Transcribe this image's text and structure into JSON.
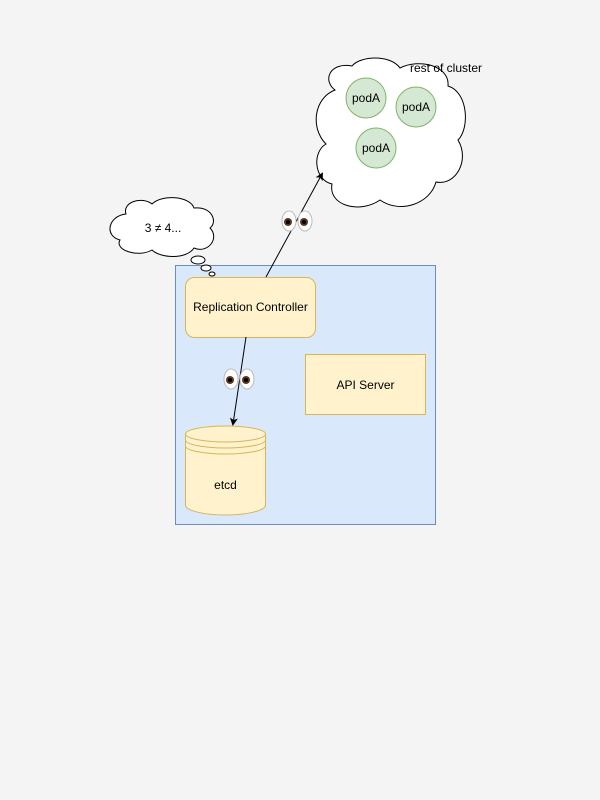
{
  "diagram": {
    "thought": {
      "text": "3 ≠ 4..."
    },
    "cloud": {
      "label": "rest of cluster",
      "pods": [
        "podA",
        "podA",
        "podA"
      ]
    },
    "cluster": {
      "replication_controller": "Replication Controller",
      "api_server": "API Server",
      "etcd": "etcd"
    },
    "colors": {
      "cluster_fill": "#dae8fc",
      "cluster_stroke": "#6c8ebf",
      "box_fill": "#fff2cc",
      "box_stroke": "#d6b656",
      "pod_fill": "#d5e8d4",
      "pod_stroke": "#82b366"
    },
    "icons": {
      "watch_to_cluster": "eyes-icon",
      "watch_to_etcd": "eyes-icon"
    }
  }
}
